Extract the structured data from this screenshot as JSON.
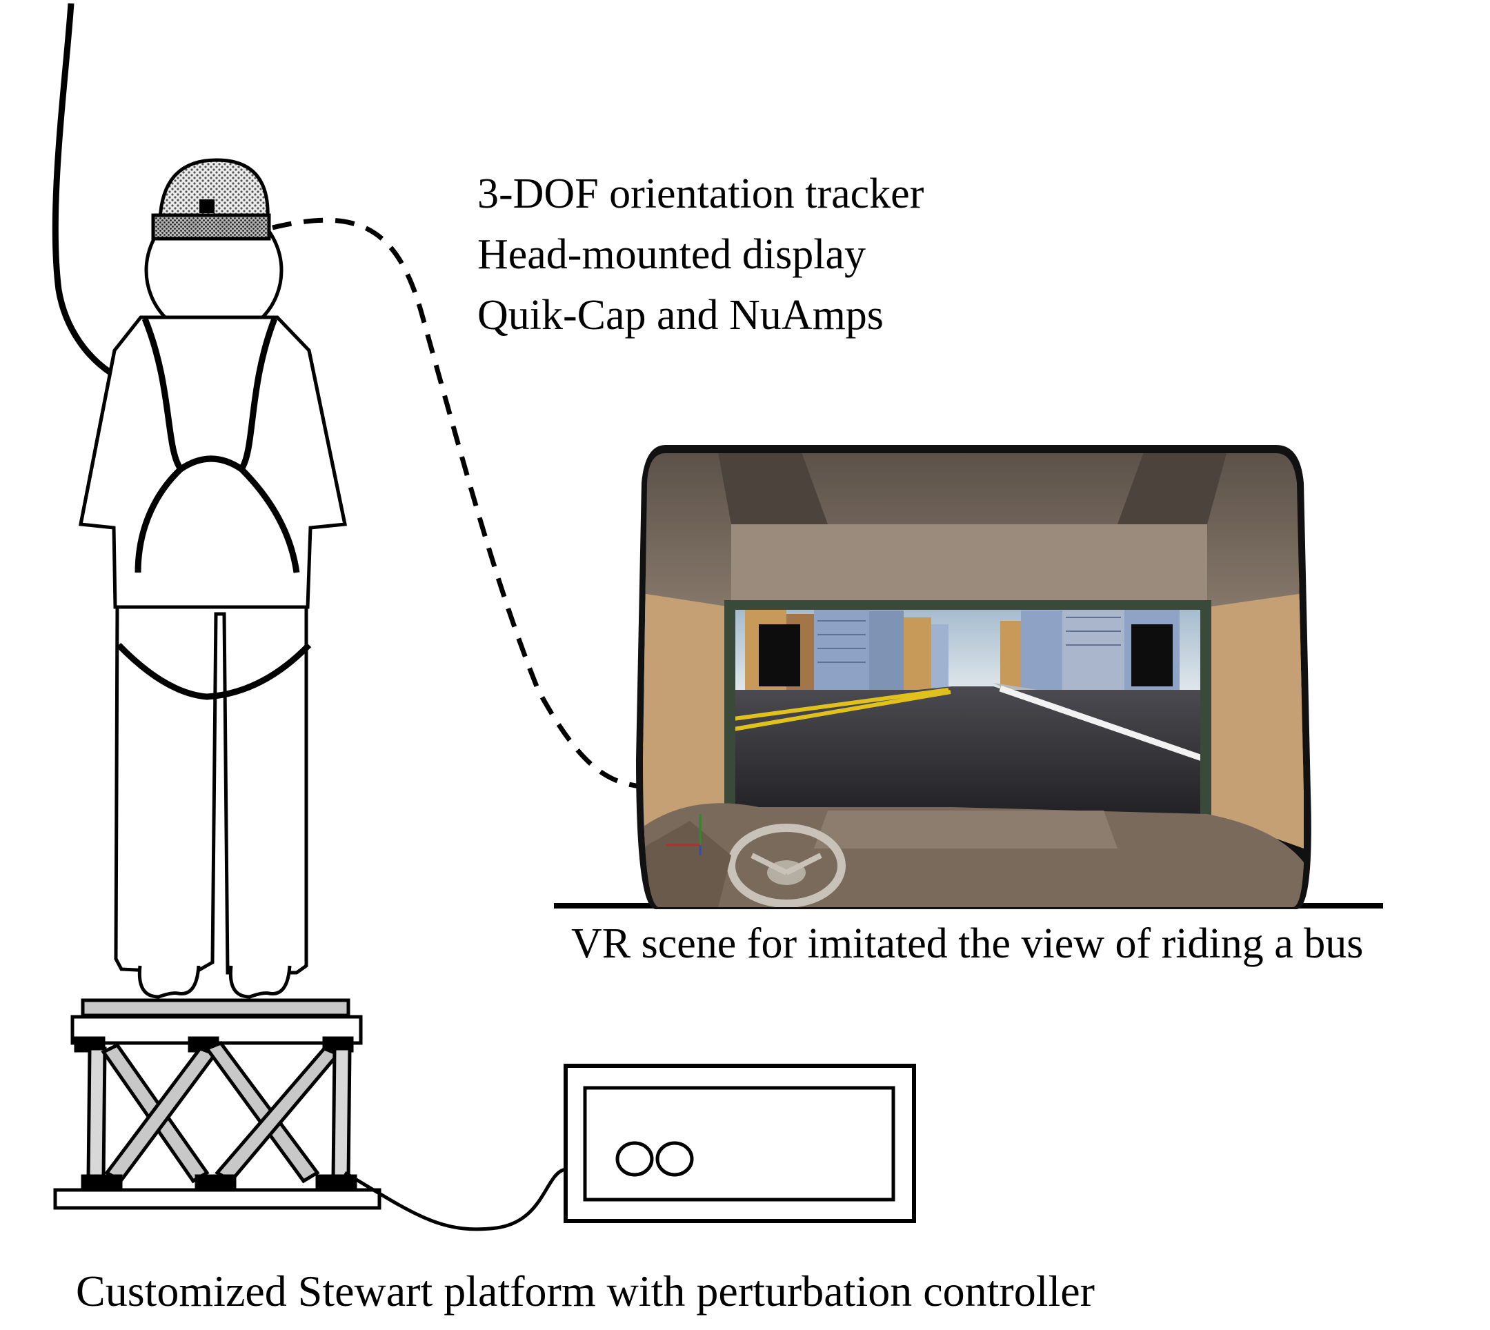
{
  "labels": {
    "tracker": "3-DOF  orientation tracker",
    "hmd": "Head-mounted display",
    "cap": "Quik-Cap and NuAmps",
    "vr_caption": "VR scene for  imitated the view of riding a bus",
    "platform_caption": "Customized Stewart platform with  perturbation controller"
  },
  "colors": {
    "line": "#000000",
    "cap_fill": "#d4d4d4",
    "platform_gray": "#c8c8c8",
    "bus_interior": "#6e6256",
    "road": "#2f2f33",
    "sky": "#b9c9d6",
    "building_orange": "#c89a5a",
    "building_blue": "#8da2c4",
    "road_line_yellow": "#e1c21d"
  }
}
